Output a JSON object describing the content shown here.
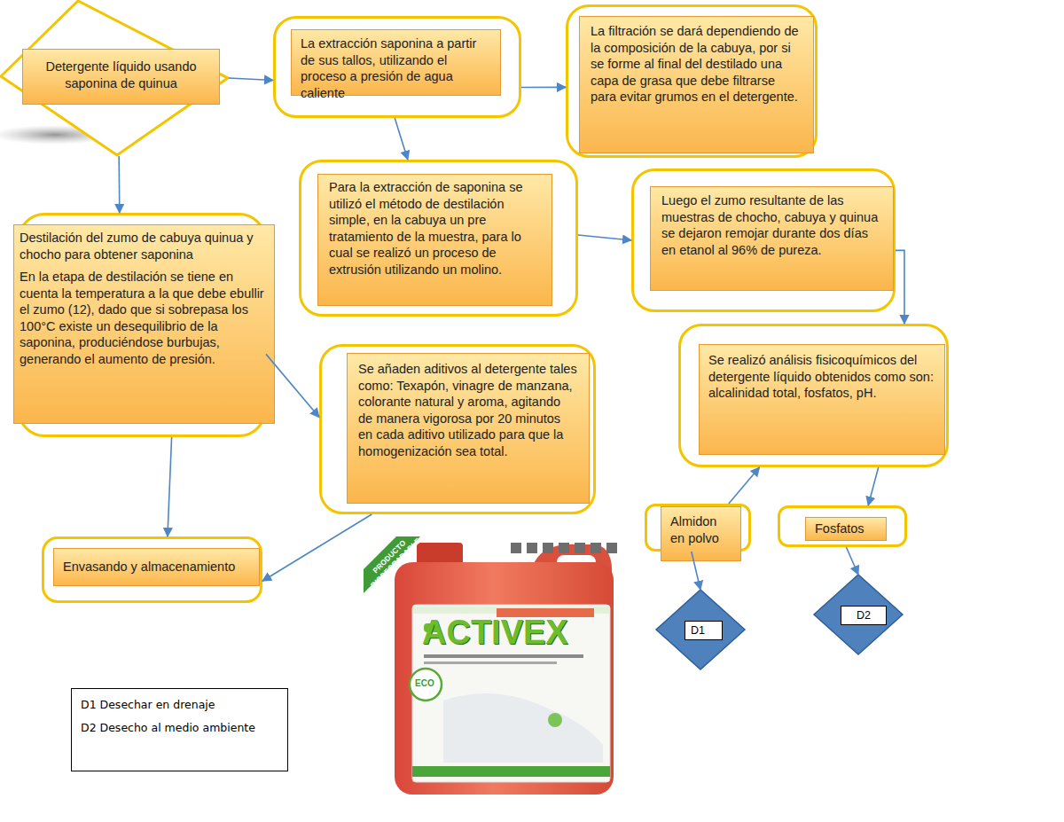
{
  "diagram": {
    "nodes": [
      {
        "text": [
          "Detergente líquido usando saponina de quinua"
        ]
      },
      {
        "text": [
          "La extracción saponina a partir de sus tallos, utilizando el proceso a presión de agua caliente"
        ]
      },
      {
        "text": [
          "La filtración se dará dependiendo de la composición de la cabuya, por si se forme al final del destilado una capa de grasa que debe filtrarse para evitar grumos en el detergente."
        ]
      },
      {
        "text": [
          "Para la extracción de saponina se utilizó el método de destilación simple, en la cabuya un pre tratamiento de la muestra, para lo cual se realizó un proceso de extrusión utilizando un molino."
        ]
      },
      {
        "text": [
          "Luego el zumo resultante de las muestras de chocho, cabuya y quinua se dejaron remojar durante dos días en etanol al 96% de pureza."
        ]
      },
      {
        "text": [
          "Destilación del zumo de cabuya quinua y chocho para obtener saponina",
          "En la etapa de destilación se tiene en cuenta la temperatura a la que debe ebullir el zumo (12), dado que si sobrepasa los 100°C existe un desequilibrio de la saponina, produciéndose burbujas, generando el aumento de presión."
        ]
      },
      {
        "text": [
          "Se realizó análisis fisicoquímicos del detergente líquido obtenidos como son: alcalinidad total, fosfatos, pH."
        ]
      },
      {
        "text": [
          "Se añaden aditivos al detergente tales como: Texapón, vinagre de manzana, colorante natural y aroma, agitando de manera vigorosa por 20 minutos en cada aditivo utilizado para que la homogenización sea total."
        ]
      },
      {
        "text": [
          "Almidon en polvo"
        ]
      },
      {
        "text": [
          "Fosfatos"
        ]
      },
      {
        "text": [
          "Envasando y almacenamiento"
        ]
      },
      {
        "text": [
          "D1"
        ]
      },
      {
        "text": [
          "D2"
        ]
      },
      {
        "text": [
          "D1 Desechar en drenaje",
          "D2 Desecho al medio ambiente"
        ]
      }
    ],
    "edges": [
      {
        "from": 0,
        "to": 1,
        "arrow": "to"
      },
      {
        "from": 1,
        "to": 2,
        "arrow": "to"
      },
      {
        "from": 1,
        "to": 3,
        "arrow": "to"
      },
      {
        "from": 3,
        "to": 4,
        "arrow": "to"
      },
      {
        "from": 4,
        "to": 6,
        "arrow": "to"
      },
      {
        "from": 0,
        "to": 5,
        "arrow": "to"
      },
      {
        "from": 5,
        "to": 7,
        "arrow": "to"
      },
      {
        "from": 5,
        "to": 10,
        "arrow": "to"
      },
      {
        "from": 7,
        "to": 10,
        "arrow": "to"
      },
      {
        "from": 8,
        "to": 6,
        "arrow": "to"
      },
      {
        "from": 6,
        "to": 9,
        "arrow": "to"
      },
      {
        "from": 8,
        "to": 11,
        "arrow": "to"
      },
      {
        "from": 9,
        "to": 12,
        "arrow": "to"
      }
    ],
    "labels": [
      "PRODUCTO BIODEGRADABLE",
      "ACTIVEX",
      "ECO"
    ]
  }
}
